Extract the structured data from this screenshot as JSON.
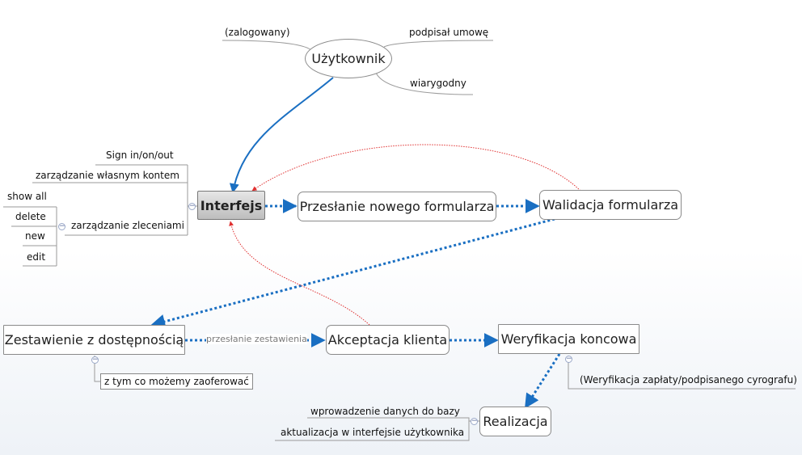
{
  "nodes": {
    "uzytkownik": "Użytkownik",
    "interfejs": "Interfejs",
    "przeslanie": "Przesłanie nowego formularza",
    "walidacja": "Walidacja formularza",
    "zestawienie": "Zestawienie z dostępnością",
    "akceptacja": "Akceptacja klienta",
    "weryfikacja": "Weryfikacja koncowa",
    "realizacja": "Realizacja"
  },
  "uzytkownik_subs": {
    "zalogowany": "(zalogowany)",
    "podpisal": "podpisał umowę",
    "wiarygodny": "wiarygodny"
  },
  "interfejs_subs": {
    "sign": "Sign in/on/out",
    "konto": "zarządzanie własnym kontem",
    "zlecenia": "zarządzanie zleceniami",
    "show_all": "show all",
    "delete": "delete",
    "new": "new",
    "edit": "edit"
  },
  "zestawienie_subs": {
    "zaoferowac": "z tym co możemy zaoferować"
  },
  "weryfikacja_subs": {
    "zaplata": "(Weryfikacja zapłaty/podpisanego cyrografu)"
  },
  "realizacja_subs": {
    "wprowadzenie": "wprowadzenie danych do bazy",
    "aktualizacja": "aktualizacja w interfejsie użytkownika"
  },
  "edge_labels": {
    "przeslanie_zestawienia": "przesłanie zestawienia"
  },
  "colors": {
    "primary_arrow": "#1a6fc2",
    "feedback_arrow": "#e03030",
    "branch_line": "#9a9a9a"
  },
  "icons": {
    "collapse": "minus-circle-icon"
  },
  "collapse_symbol": "−"
}
